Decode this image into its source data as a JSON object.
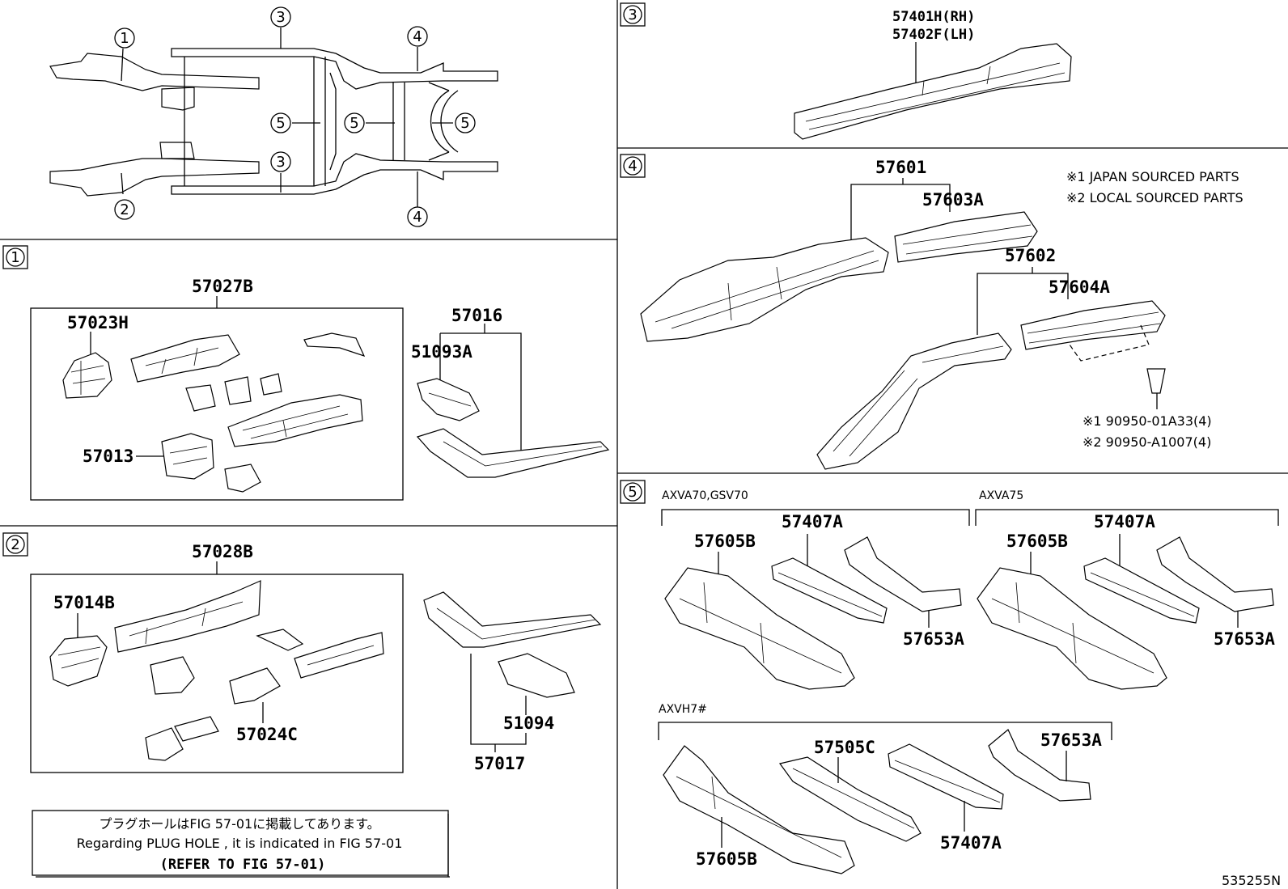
{
  "overview": {
    "callouts": [
      "1",
      "2",
      "3",
      "3",
      "4",
      "4",
      "5",
      "5",
      "5"
    ]
  },
  "sections": {
    "s1": {
      "index": "1",
      "labels": {
        "assy": "57027B",
        "a": "57023H",
        "b": "57013",
        "c": "57016",
        "d": "51093A"
      }
    },
    "s2": {
      "index": "2",
      "labels": {
        "assy": "57028B",
        "a": "57014B",
        "b": "57024C",
        "c": "51094",
        "d": "57017"
      }
    },
    "s3": {
      "index": "3",
      "labels": {
        "rh": "57401H(RH)",
        "lh": "57402F(LH)"
      }
    },
    "s4": {
      "index": "4",
      "labels": {
        "a": "57601",
        "b": "57603A",
        "c": "57602",
        "d": "57604A"
      },
      "legend": [
        "※1 JAPAN SOURCED PARTS",
        "※2 LOCAL SOURCED PARTS"
      ],
      "fasteners": [
        "※1 90950-01A33(4)",
        "※2 90950-A1007(4)"
      ]
    },
    "s5": {
      "index": "5",
      "variants": [
        "AXVA70,GSV70",
        "AXVA75",
        "AXVH7#"
      ],
      "group1": {
        "a": "57605B",
        "b": "57407A",
        "c": "57653A"
      },
      "group2": {
        "a": "57605B",
        "b": "57407A",
        "c": "57653A"
      },
      "group3": {
        "a": "57605B",
        "b": "57505C",
        "c": "57407A",
        "d": "57653A"
      }
    }
  },
  "notice": {
    "line1": "プラグホールはFIG 57-01に掲載してあります。",
    "line2": "Regarding  PLUG  HOLE , it is indicated in FIG  57-01",
    "line3": "(REFER TO FIG 57-01)"
  },
  "drawing_id": "535255N"
}
